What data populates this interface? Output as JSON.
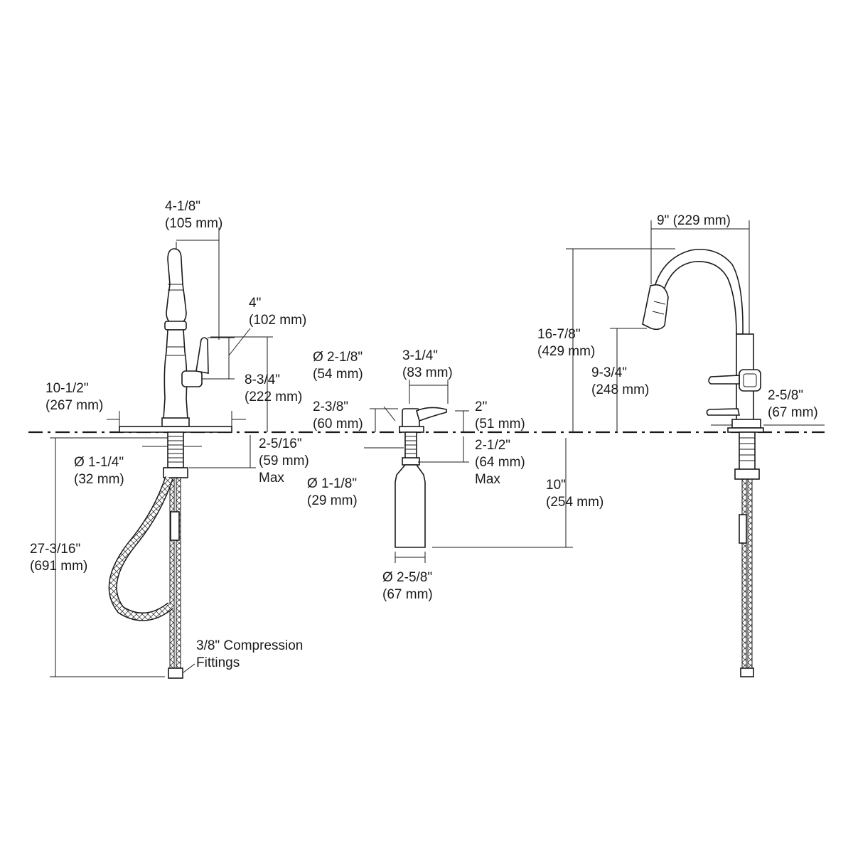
{
  "diagram": {
    "background": "#ffffff",
    "line_color": "#1a1a1a",
    "faucet_front": {
      "spout_reach": {
        "in": "4-1/8\"",
        "mm": "(105 mm)"
      },
      "handle_height": {
        "in": "4\"",
        "mm": "(102 mm)"
      },
      "handle_top_height": {
        "in": "8-3/4\"",
        "mm": "(222 mm)"
      },
      "escutcheon_width": {
        "in": "10-1/2\"",
        "mm": "(267 mm)"
      },
      "shank_diameter": {
        "in": "Ø 1-1/4\"",
        "mm": "(32 mm)"
      },
      "max_deck_thickness": {
        "in": "2-5/16\"",
        "mm": "(59 mm)",
        "note": "Max"
      },
      "supply_length": {
        "in": "27-3/16\"",
        "mm": "(691 mm)"
      },
      "fittings_label": {
        "line1": "3/8\" Compression",
        "line2": "Fittings"
      }
    },
    "soap_dispenser": {
      "head_diameter": {
        "in": "Ø 2-1/8\"",
        "mm": "(54 mm)"
      },
      "pump_reach": {
        "in": "3-1/4\"",
        "mm": "(83 mm)"
      },
      "head_height": {
        "in": "2-3/8\"",
        "mm": "(60 mm)"
      },
      "pump_height": {
        "in": "2\"",
        "mm": "(51 mm)"
      },
      "shank_diameter": {
        "in": "Ø 1-1/8\"",
        "mm": "(29 mm)"
      },
      "max_deck_thickness": {
        "in": "2-1/2\"",
        "mm": "(64 mm)",
        "note": "Max"
      },
      "bottle_depth": {
        "in": "10\"",
        "mm": "(254 mm)"
      },
      "bottle_diameter": {
        "in": "Ø 2-5/8\"",
        "mm": "(67 mm)"
      }
    },
    "faucet_side": {
      "spout_reach": {
        "in": "9\" (229 mm)"
      },
      "overall_height": {
        "in": "16-7/8\"",
        "mm": "(429 mm)"
      },
      "spout_clearance": {
        "in": "9-3/4\"",
        "mm": "(248 mm)"
      },
      "base_diameter": {
        "in": "2-5/8\"",
        "mm": "(67 mm)"
      }
    }
  }
}
